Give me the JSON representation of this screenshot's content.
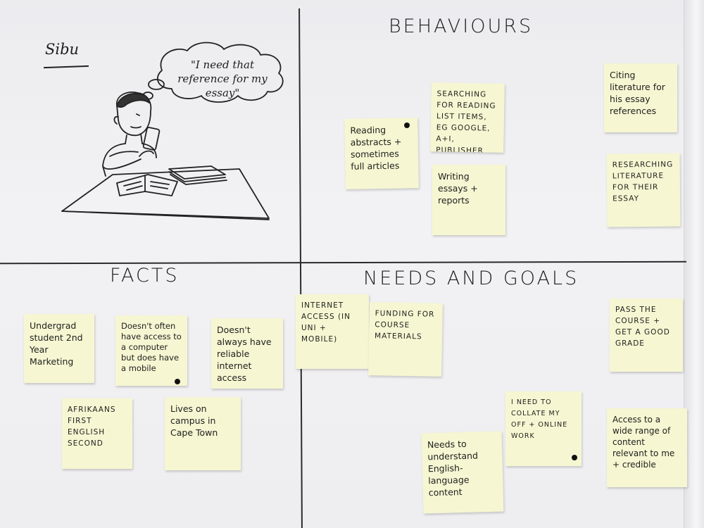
{
  "persona": {
    "name": "Sibu",
    "thought": "\"I need that reference for my essay\""
  },
  "sections": {
    "behaviours": "BEHAVIOURS",
    "facts": "FACTS",
    "needs_goals": "NEEDS AND GOALS"
  },
  "notes": {
    "behaviours": [
      "Reading abstracts + sometimes full articles",
      "Searching for reading list items, eg Google, A+I, publisher site",
      "Writing essays + reports",
      "Citing literature for his essay references",
      "Researching literature for their essay"
    ],
    "facts": [
      "Undergrad student 2nd Year Marketing",
      "Doesn't often have access to a computer but does have a mobile",
      "Doesn't always have reliable internet access",
      "Afrikaans first English second",
      "Lives on campus in Cape Town"
    ],
    "needs_goals": [
      "Internet access (in uni + mobile)",
      "Funding for course materials",
      "Pass the course + get a good grade",
      "I need to collate my off + online work",
      "Needs to understand English-language content",
      "Access to a wide range of content relevant to me + credible"
    ]
  },
  "colors": {
    "note": "#f6f6d2",
    "ink": "#1f1f1f",
    "paper": "#ececef"
  }
}
